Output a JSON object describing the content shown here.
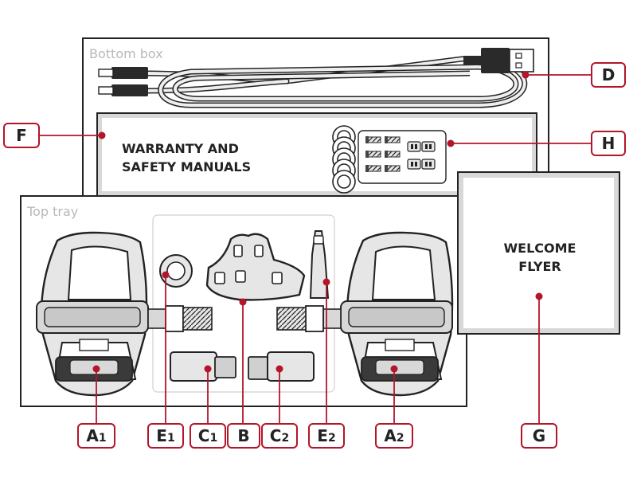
{
  "colors": {
    "callout": "#b3152b",
    "outline": "#222222",
    "part_fill": "#e6e6e6",
    "part_dark": "#4a4a4a",
    "caption": "#b8b8b8"
  },
  "bottom_box": {
    "title": "Bottom box"
  },
  "top_tray": {
    "title": "Top tray"
  },
  "manuals": {
    "line1": "WARRANTY AND",
    "line2": "SAFETY MANUALS"
  },
  "flyer": {
    "line1": "WELCOME",
    "line2": "FLYER"
  },
  "labels": {
    "A1": {
      "main": "A",
      "sub": "1"
    },
    "A2": {
      "main": "A",
      "sub": "2"
    },
    "B": {
      "main": "B",
      "sub": ""
    },
    "C1": {
      "main": "C",
      "sub": "1"
    },
    "C2": {
      "main": "C",
      "sub": "2"
    },
    "D": {
      "main": "D",
      "sub": ""
    },
    "E1": {
      "main": "E",
      "sub": "1"
    },
    "E2": {
      "main": "E",
      "sub": "2"
    },
    "F": {
      "main": "F",
      "sub": ""
    },
    "G": {
      "main": "G",
      "sub": ""
    },
    "H": {
      "main": "H",
      "sub": ""
    }
  }
}
